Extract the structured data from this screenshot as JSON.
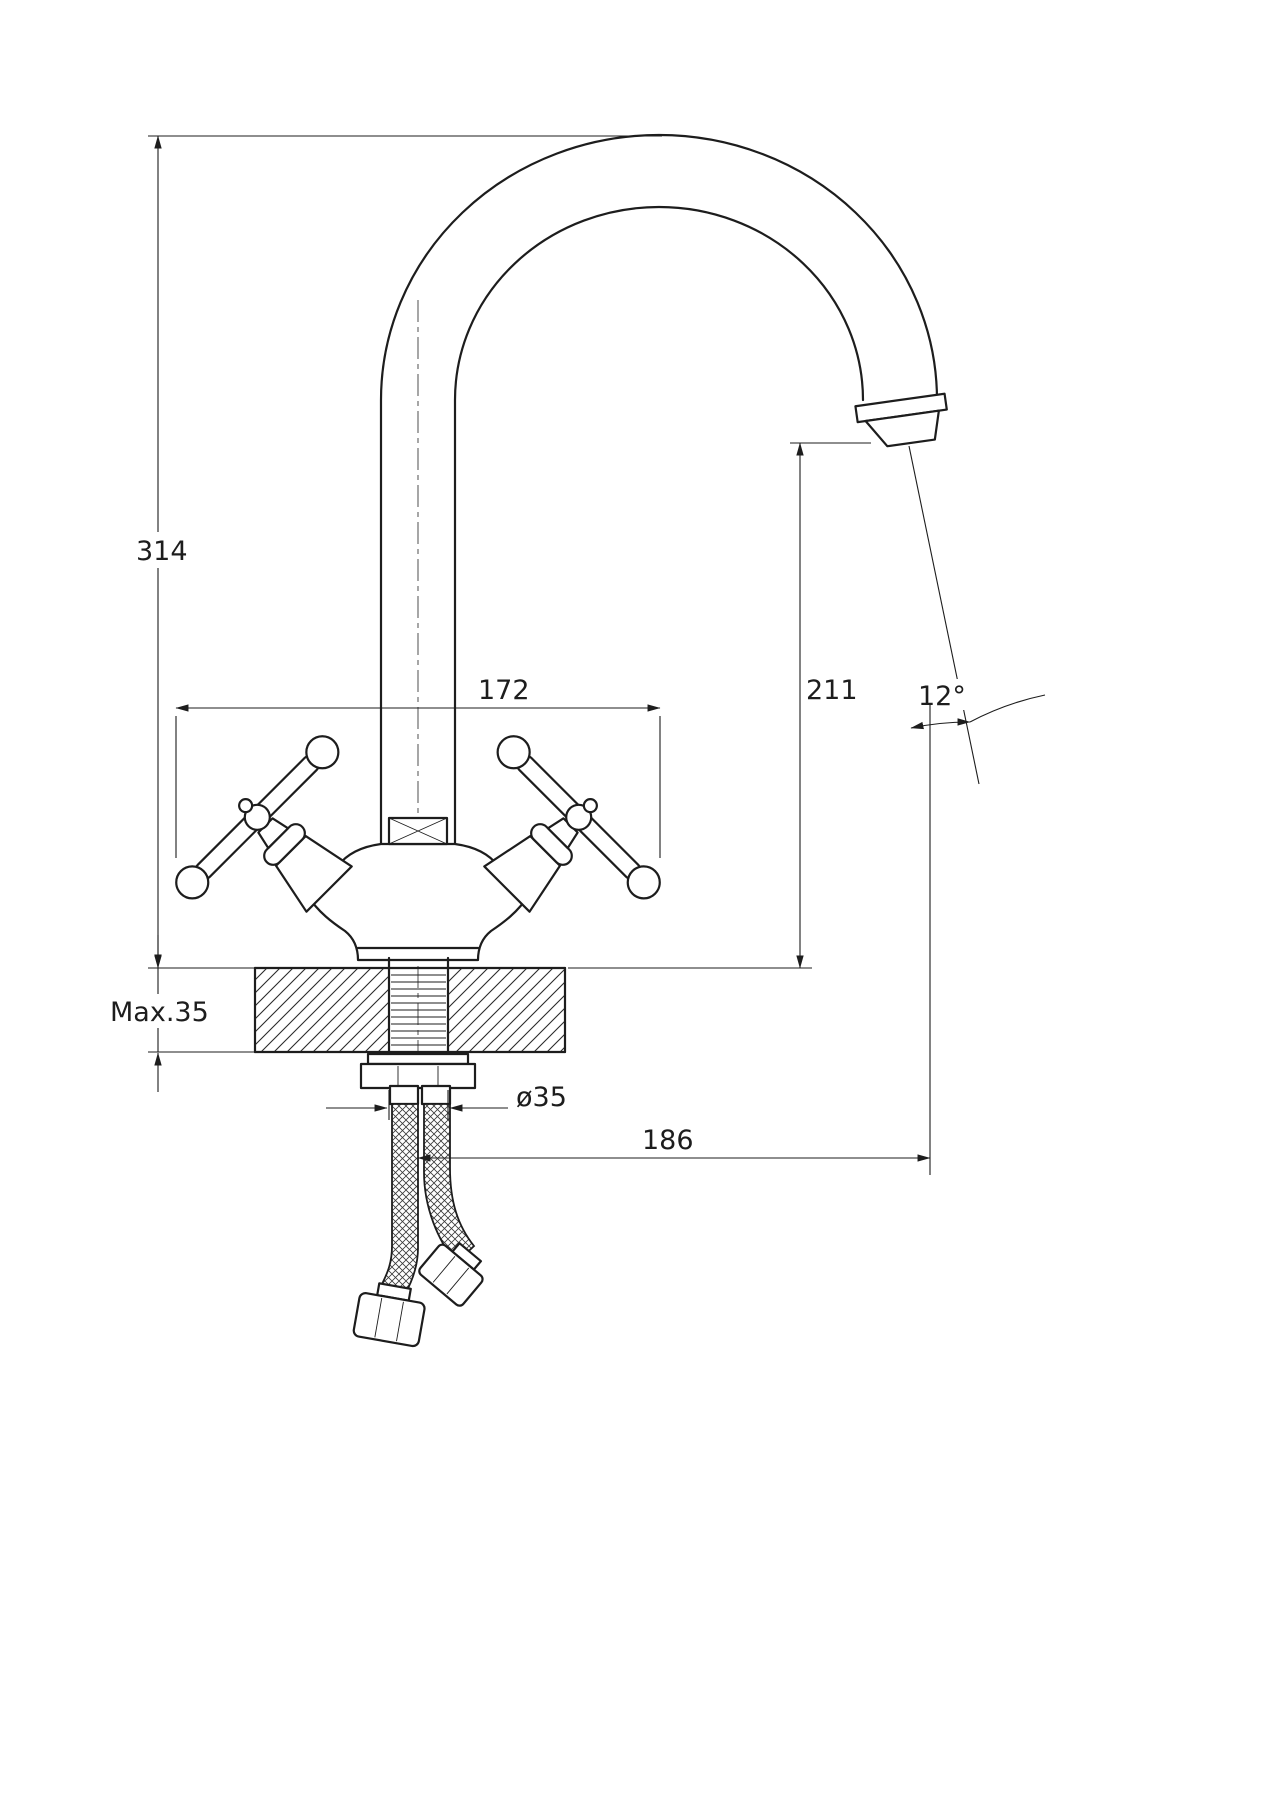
{
  "drawing": {
    "type": "faucet-installation-dimension-drawing",
    "colors": {
      "ink": "#1d1d1d",
      "paper": "#ffffff"
    },
    "dims": {
      "total_height": "314",
      "handle_span": "172",
      "outlet_height": "211",
      "spout_angle": "12°",
      "max_counter_thickness": "Max.35",
      "shank_diameter": "ø35",
      "spout_reach": "186"
    }
  }
}
